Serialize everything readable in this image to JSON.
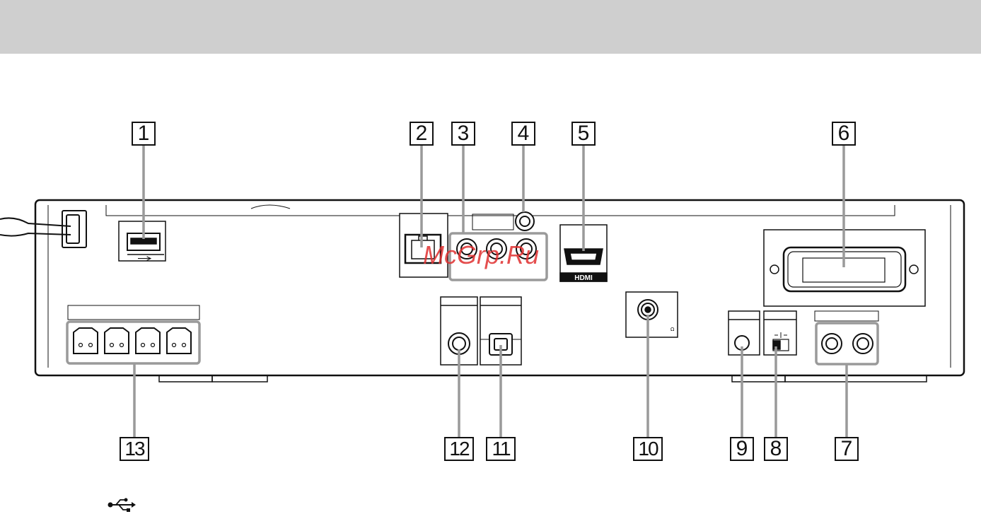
{
  "header": {
    "background": "#cfcfcf"
  },
  "callouts": {
    "c1": "1",
    "c2": "2",
    "c3": "3",
    "c4": "4",
    "c5": "5",
    "c6": "6",
    "c7": "7",
    "c8": "8",
    "c9": "9",
    "c10": "10",
    "c11": "11",
    "c12": "12",
    "c13": "13"
  },
  "labels": {
    "hdmi_logo": "HDMI",
    "antenna_ohm": "Ω",
    "watermark": "McGrp.Ru"
  },
  "icons": {
    "usb": "usb-icon"
  },
  "colors": {
    "outline": "#111111",
    "highlight": "#9a9a9a",
    "watermark": "#e03030"
  }
}
